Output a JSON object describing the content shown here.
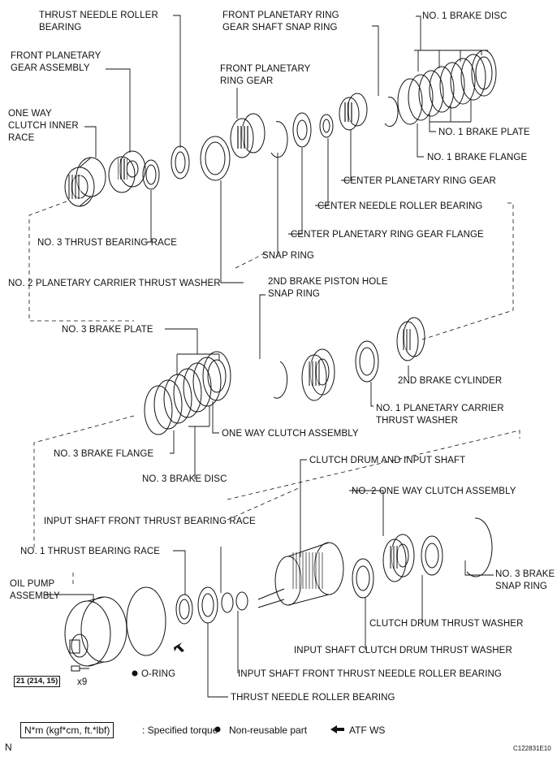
{
  "labels": {
    "thrust_needle_roller_bearing_top": [
      "THRUST NEEDLE ROLLER",
      "BEARING"
    ],
    "front_planetary_gear_assembly": [
      "FRONT PLANETARY",
      "GEAR ASSEMBLY"
    ],
    "one_way_clutch_inner_race": [
      "ONE WAY",
      "CLUTCH INNER",
      "RACE"
    ],
    "front_planetary_ring_gear": [
      "FRONT PLANETARY",
      "RING GEAR"
    ],
    "front_planetary_ring_gear_shaft_snap_ring": [
      "FRONT PLANETARY RING",
      "GEAR SHAFT SNAP RING"
    ],
    "no1_brake_disc": "NO. 1 BRAKE DISC",
    "no1_brake_plate": "NO. 1 BRAKE PLATE",
    "no1_brake_flange": "NO. 1 BRAKE FLANGE",
    "center_planetary_ring_gear": "CENTER PLANETARY RING GEAR",
    "center_needle_roller_bearing": "CENTER NEEDLE ROLLER BEARING",
    "center_planetary_ring_gear_flange": "CENTER PLANETARY RING GEAR FLANGE",
    "no3_thrust_bearing_race": "NO. 3 THRUST BEARING RACE",
    "snap_ring": "SNAP RING",
    "no2_planetary_carrier_thrust_washer": "NO. 2 PLANETARY CARRIER THRUST WASHER",
    "second_brake_piston_hole_snap_ring": [
      "2ND BRAKE PISTON HOLE",
      "SNAP RING"
    ],
    "no3_brake_plate": "NO. 3 BRAKE PLATE",
    "second_brake_cylinder": "2ND BRAKE CYLINDER",
    "no1_planetary_carrier_thrust_washer": [
      "NO. 1 PLANETARY CARRIER",
      "THRUST WASHER"
    ],
    "one_way_clutch_assembly": "ONE WAY CLUTCH ASSEMBLY",
    "no3_brake_flange": "NO. 3 BRAKE FLANGE",
    "no3_brake_disc": "NO. 3 BRAKE DISC",
    "clutch_drum_and_input_shaft": "CLUTCH DRUM AND INPUT SHAFT",
    "no2_one_way_clutch_assembly": "NO. 2 ONE WAY CLUTCH ASSEMBLY",
    "input_shaft_front_thrust_bearing_race": "INPUT SHAFT FRONT THRUST BEARING RACE",
    "no1_thrust_bearing_race": "NO. 1 THRUST BEARING RACE",
    "oil_pump_assembly": [
      "OIL PUMP",
      "ASSEMBLY"
    ],
    "no3_brake_snap_ring": [
      "NO. 3 BRAKE",
      "SNAP RING"
    ],
    "clutch_drum_thrust_washer": "CLUTCH DRUM THRUST WASHER",
    "input_shaft_clutch_drum_thrust_washer": "INPUT SHAFT CLUTCH DRUM THRUST WASHER",
    "input_shaft_front_thrust_needle_roller_bearing": "INPUT SHAFT FRONT THRUST NEEDLE ROLLER BEARING",
    "o_ring": "O-RING",
    "thrust_needle_roller_bearing_bottom": "THRUST NEEDLE ROLLER BEARING",
    "torque_spec": "21 (214, 15)",
    "bolt_qty": "x9"
  },
  "legend": {
    "torque_box": "N*m (kgf*cm, ft.*lbf)",
    "torque_desc": ": Specified torque",
    "non_reusable": "Non-reusable part",
    "atf": "ATF WS"
  },
  "footer": {
    "left_mark": "N",
    "figure_id": "C122831E10"
  },
  "colors": {
    "ink": "#111111",
    "paper": "#ffffff"
  },
  "icons": {
    "non_reusable": "filled-dot-icon",
    "atf": "left-arrow-icon"
  }
}
